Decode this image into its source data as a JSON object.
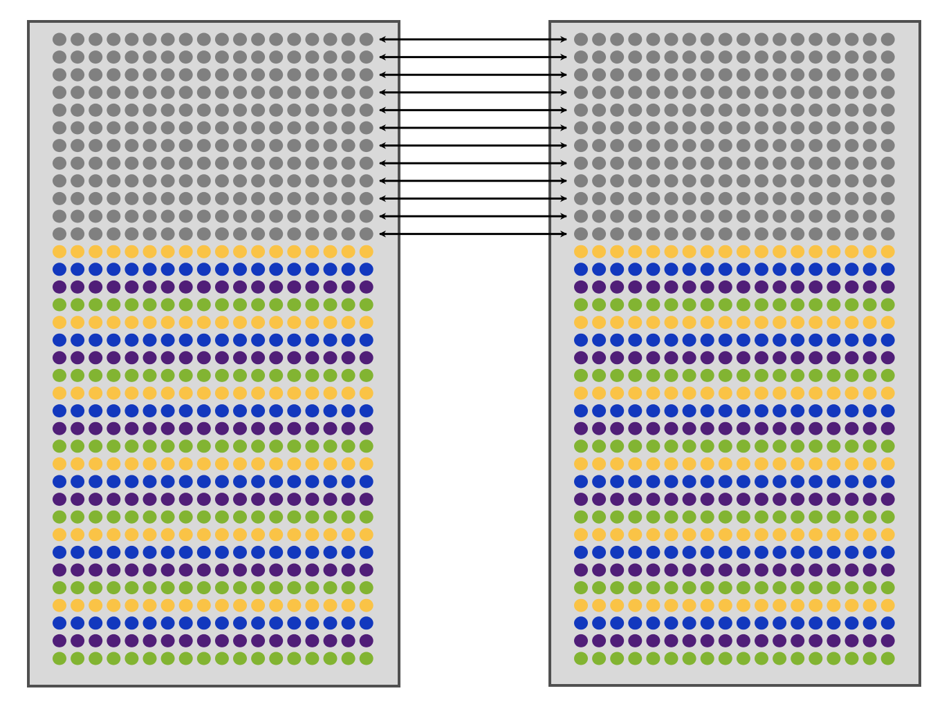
{
  "colors": {
    "panel_fill": "#d9d9d9",
    "panel_border": "#505050",
    "background": "#ffffff",
    "arrow": "#000000",
    "gray_dot": "#808080",
    "yellow_dot": "#fac346",
    "blue_dot": "#1238be",
    "purple_dot": "#501e78",
    "green_dot": "#82b432"
  },
  "structure": {
    "panel_count": 2,
    "columns_per_panel": 18,
    "gray_row_count": 12,
    "color_cycle": [
      "yellow",
      "blue",
      "purple",
      "green"
    ],
    "color_cycle_repeats": 6,
    "link_count": 12,
    "link_style": "double-headed-arrow"
  }
}
